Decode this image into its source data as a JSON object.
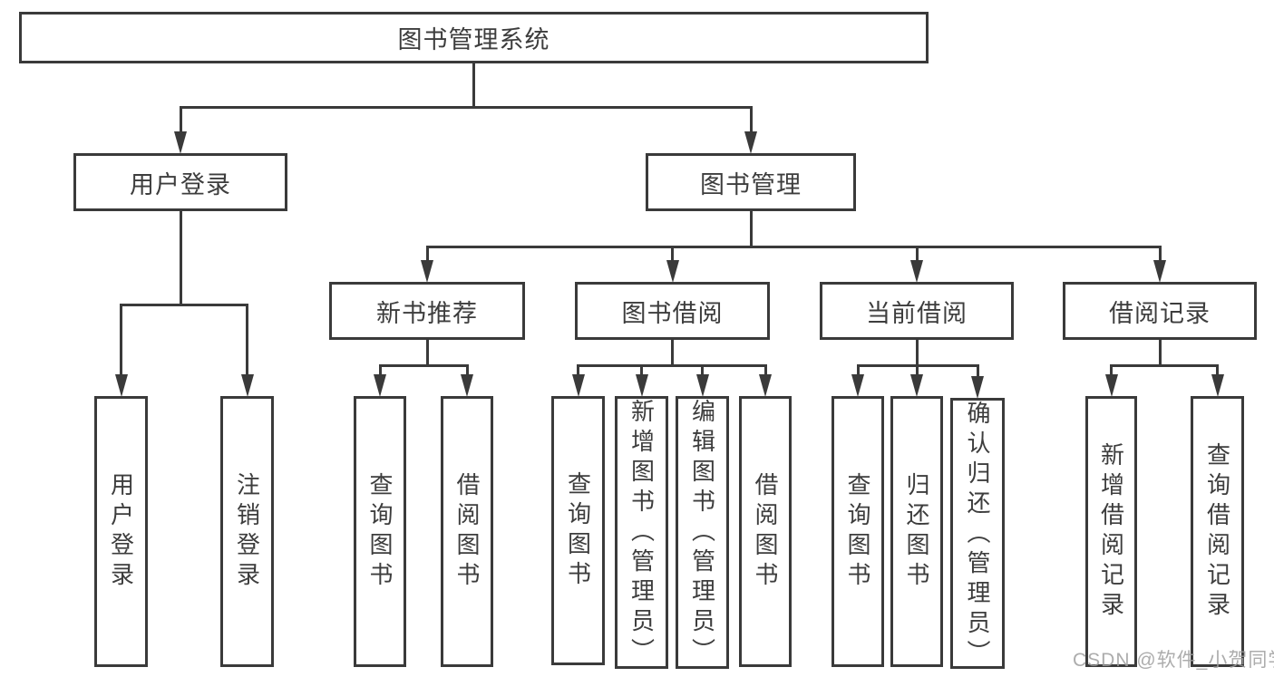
{
  "diagram": {
    "watermark": "CSDN @软件_小贺同学",
    "colors": {
      "line": "#3a3a3a",
      "text": "#3d3d3d",
      "background": "#ffffff",
      "watermark": "#9e9e9e"
    },
    "nodes": [
      {
        "id": "root",
        "label": "图书管理系统",
        "orient": "h"
      },
      {
        "id": "user-login-group",
        "label": "用户登录",
        "orient": "h"
      },
      {
        "id": "book-management",
        "label": "图书管理",
        "orient": "h"
      },
      {
        "id": "new-book-recommend",
        "label": "新书推荐",
        "orient": "h"
      },
      {
        "id": "book-borrowing",
        "label": "图书借阅",
        "orient": "h"
      },
      {
        "id": "current-borrowing",
        "label": "当前借阅",
        "orient": "h"
      },
      {
        "id": "borrowing-records",
        "label": "借阅记录",
        "orient": "h"
      },
      {
        "id": "user-login",
        "label": "用户登录",
        "orient": "v"
      },
      {
        "id": "logout",
        "label": "注销登录",
        "orient": "v"
      },
      {
        "id": "query-books-1",
        "label": "查询图书",
        "orient": "v"
      },
      {
        "id": "borrow-books-1",
        "label": "借阅图书",
        "orient": "v"
      },
      {
        "id": "query-books-2",
        "label": "查询图书",
        "orient": "v"
      },
      {
        "id": "add-books-admin",
        "label": "新增图书（管理员）",
        "orient": "v"
      },
      {
        "id": "edit-books-admin",
        "label": "编辑图书（管理员）",
        "orient": "v"
      },
      {
        "id": "borrow-books-2",
        "label": "借阅图书",
        "orient": "v"
      },
      {
        "id": "query-books-3",
        "label": "查询图书",
        "orient": "v"
      },
      {
        "id": "return-books",
        "label": "归还图书",
        "orient": "v"
      },
      {
        "id": "confirm-return-admin",
        "label": "确认归还（管理员）",
        "orient": "v"
      },
      {
        "id": "add-borrow-record",
        "label": "新增借阅记录",
        "orient": "v"
      },
      {
        "id": "query-borrow-record",
        "label": "查询借阅记录",
        "orient": "v"
      }
    ],
    "edges": [
      {
        "from": "root",
        "to": [
          "user-login-group",
          "book-management"
        ]
      },
      {
        "from": "user-login-group",
        "to": [
          "user-login",
          "logout"
        ]
      },
      {
        "from": "book-management",
        "to": [
          "new-book-recommend",
          "book-borrowing",
          "current-borrowing",
          "borrowing-records"
        ]
      },
      {
        "from": "new-book-recommend",
        "to": [
          "query-books-1",
          "borrow-books-1"
        ]
      },
      {
        "from": "book-borrowing",
        "to": [
          "query-books-2",
          "add-books-admin",
          "edit-books-admin",
          "borrow-books-2"
        ]
      },
      {
        "from": "current-borrowing",
        "to": [
          "query-books-3",
          "return-books",
          "confirm-return-admin"
        ]
      },
      {
        "from": "borrowing-records",
        "to": [
          "add-borrow-record",
          "query-borrow-record"
        ]
      }
    ]
  }
}
